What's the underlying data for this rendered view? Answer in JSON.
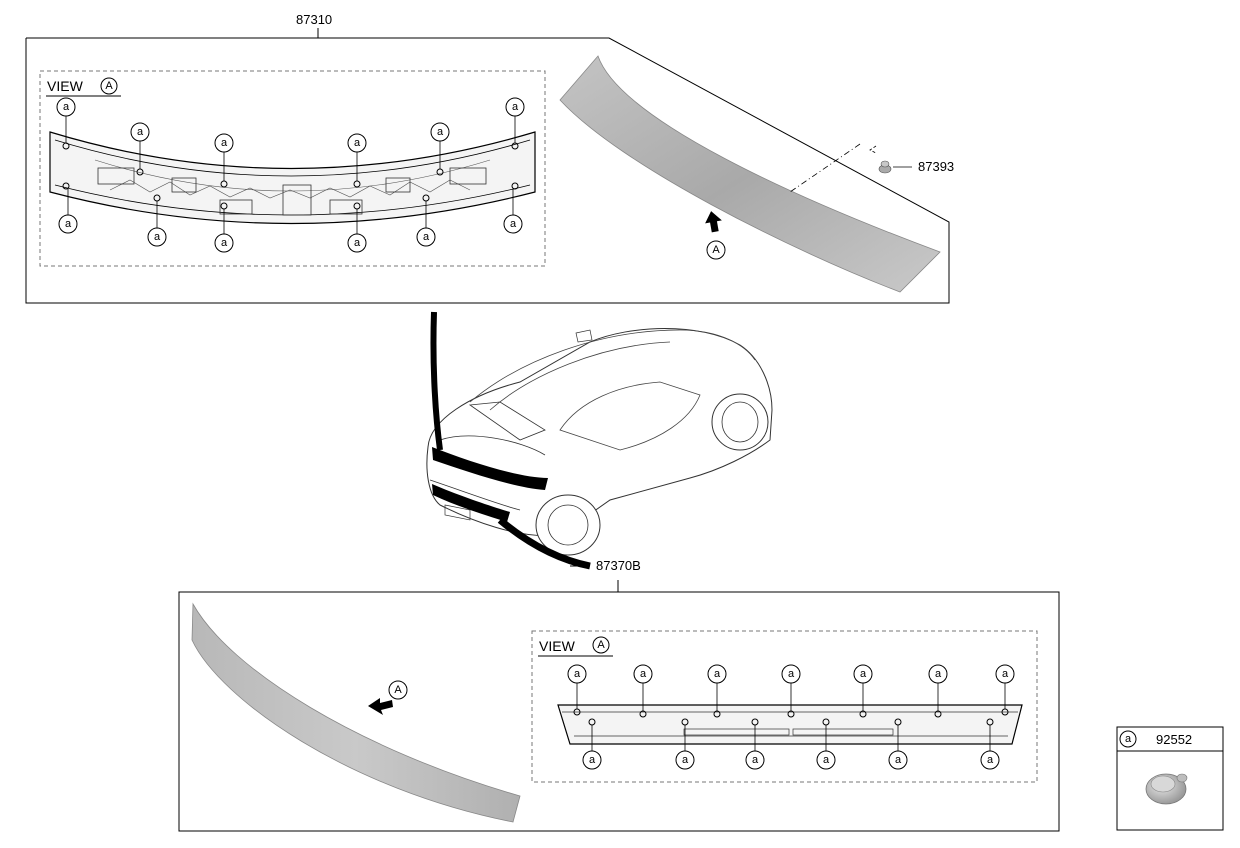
{
  "parts": {
    "upper_assembly": "87310",
    "clip_upper": "87393",
    "lower_assembly": "87370B",
    "fastener": "92552"
  },
  "view_label": "VIEW",
  "view_letter": "A",
  "callout_letter": "a",
  "legend_symbol": "a"
}
